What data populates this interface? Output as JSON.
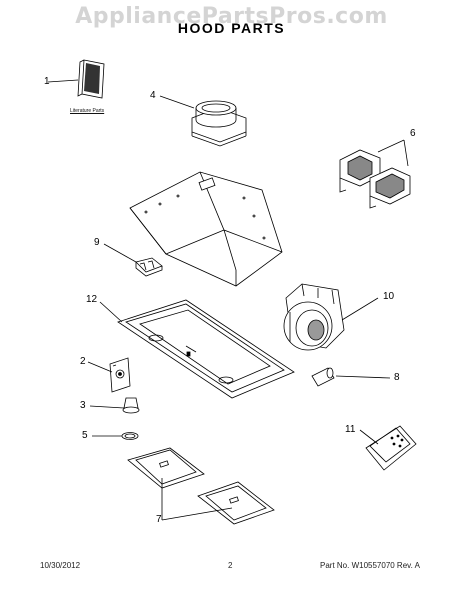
{
  "watermark": "AppliancePartsPros.com",
  "title": "HOOD PARTS",
  "literature_label": "Literature Parts",
  "callouts": {
    "c1": "1",
    "c2": "2",
    "c3": "3",
    "c4": "4",
    "c5": "5",
    "c6": "6",
    "c7": "7",
    "c8": "8",
    "c9": "9",
    "c10": "10",
    "c11": "11",
    "c12": "12"
  },
  "footer": {
    "date": "10/30/2012",
    "page": "2",
    "part_no": "Part No.  W10557070  Rev.  A"
  }
}
